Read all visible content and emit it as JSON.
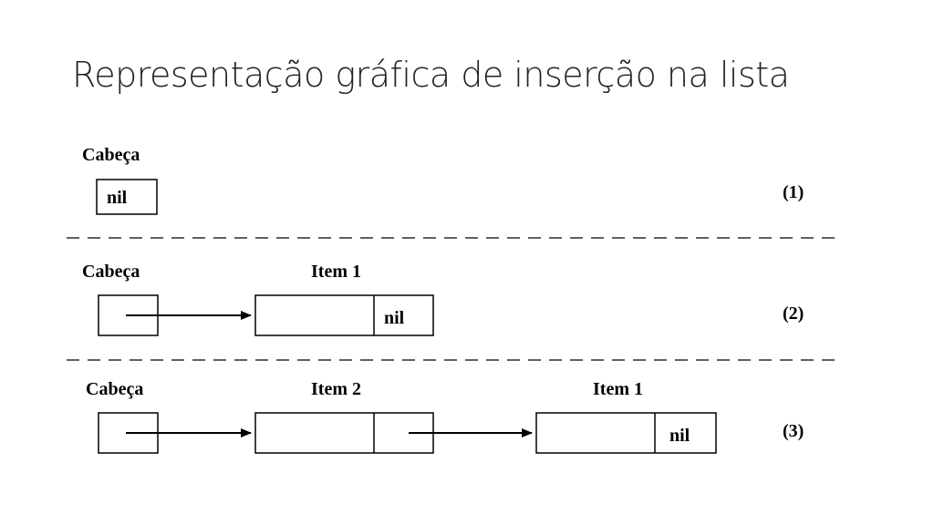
{
  "slide": {
    "title": "Representação gráfica de inserção na lista"
  },
  "diagram": {
    "panels": [
      {
        "step_label": "(1)",
        "head": {
          "label": "Cabeça",
          "value": "nil"
        },
        "items": []
      },
      {
        "step_label": "(2)",
        "head": {
          "label": "Cabeça",
          "value": ""
        },
        "items": [
          {
            "label": "Item 1",
            "next_value": "nil"
          }
        ]
      },
      {
        "step_label": "(3)",
        "head": {
          "label": "Cabeça",
          "value": ""
        },
        "items": [
          {
            "label": "Item 2",
            "next_value": ""
          },
          {
            "label": "Item 1",
            "next_value": "nil"
          }
        ]
      }
    ],
    "colors": {
      "stroke": "#000000",
      "title": "#222222",
      "background": "#ffffff"
    }
  }
}
